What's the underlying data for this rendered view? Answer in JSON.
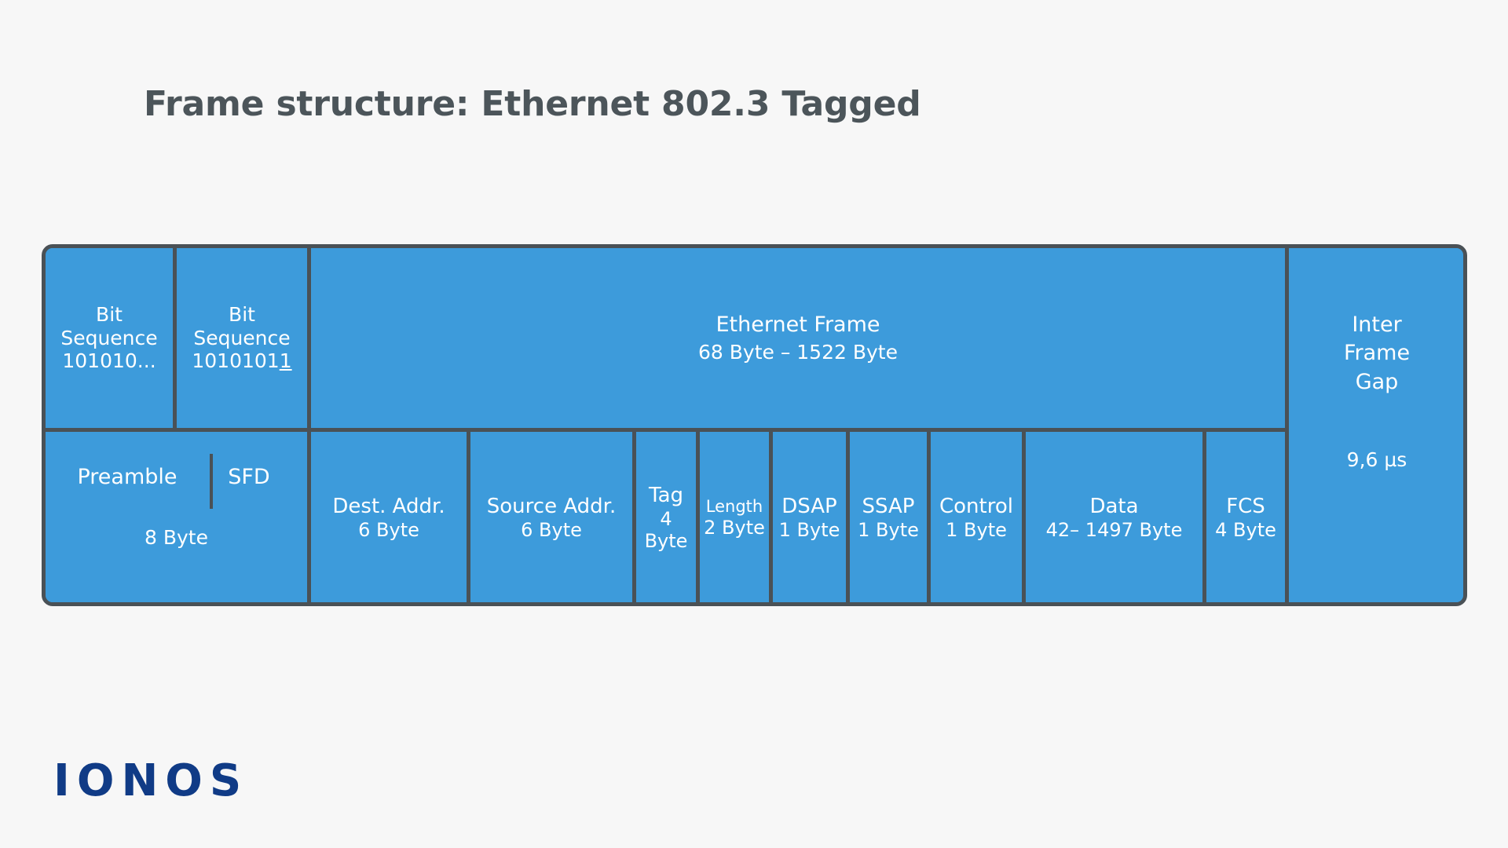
{
  "page": {
    "title": "Frame structure: Ethernet 802.3 Tagged",
    "background_color": "#f7f7f7",
    "title_color": "#4c555a"
  },
  "theme": {
    "cell_fill": "#3d9bdb",
    "border_color": "#4a5156",
    "cell_text_color": "#ffffff",
    "logo_color": "#103b86"
  },
  "diagram": {
    "top_row": [
      {
        "name_line_1": "Bit",
        "name_line_2": "Sequence",
        "value_prefix": "101010",
        "value_suffix": "...",
        "value_underlined": ""
      },
      {
        "name_line_1": "Bit",
        "name_line_2": "Sequence",
        "value_prefix": "1010101",
        "value_suffix": "",
        "value_underlined": "1"
      },
      {
        "name": "Ethernet Frame",
        "size": "68 Byte – 1522 Byte"
      }
    ],
    "inter_frame_gap": {
      "name_line_1": "Inter",
      "name_line_2": "Frame",
      "name_line_3": "Gap",
      "size": "9,6 µs"
    },
    "preamble_group": {
      "preamble_label": "Preamble",
      "sfd_label": "SFD",
      "size": "8 Byte"
    },
    "bottom_row": [
      {
        "name": "Dest. Addr.",
        "size": "6 Byte"
      },
      {
        "name": "Source Addr.",
        "size": "6 Byte"
      },
      {
        "name": "Tag",
        "size": "4 Byte"
      },
      {
        "name": "Length",
        "size": "2 Byte"
      },
      {
        "name": "DSAP",
        "size": "1 Byte"
      },
      {
        "name": "SSAP",
        "size": "1 Byte"
      },
      {
        "name": "Control",
        "size": "1 Byte"
      },
      {
        "name": "Data",
        "size": "42– 1497 Byte"
      },
      {
        "name": "FCS",
        "size": "4 Byte"
      }
    ]
  },
  "footer": {
    "logo_text": "IONOS"
  }
}
